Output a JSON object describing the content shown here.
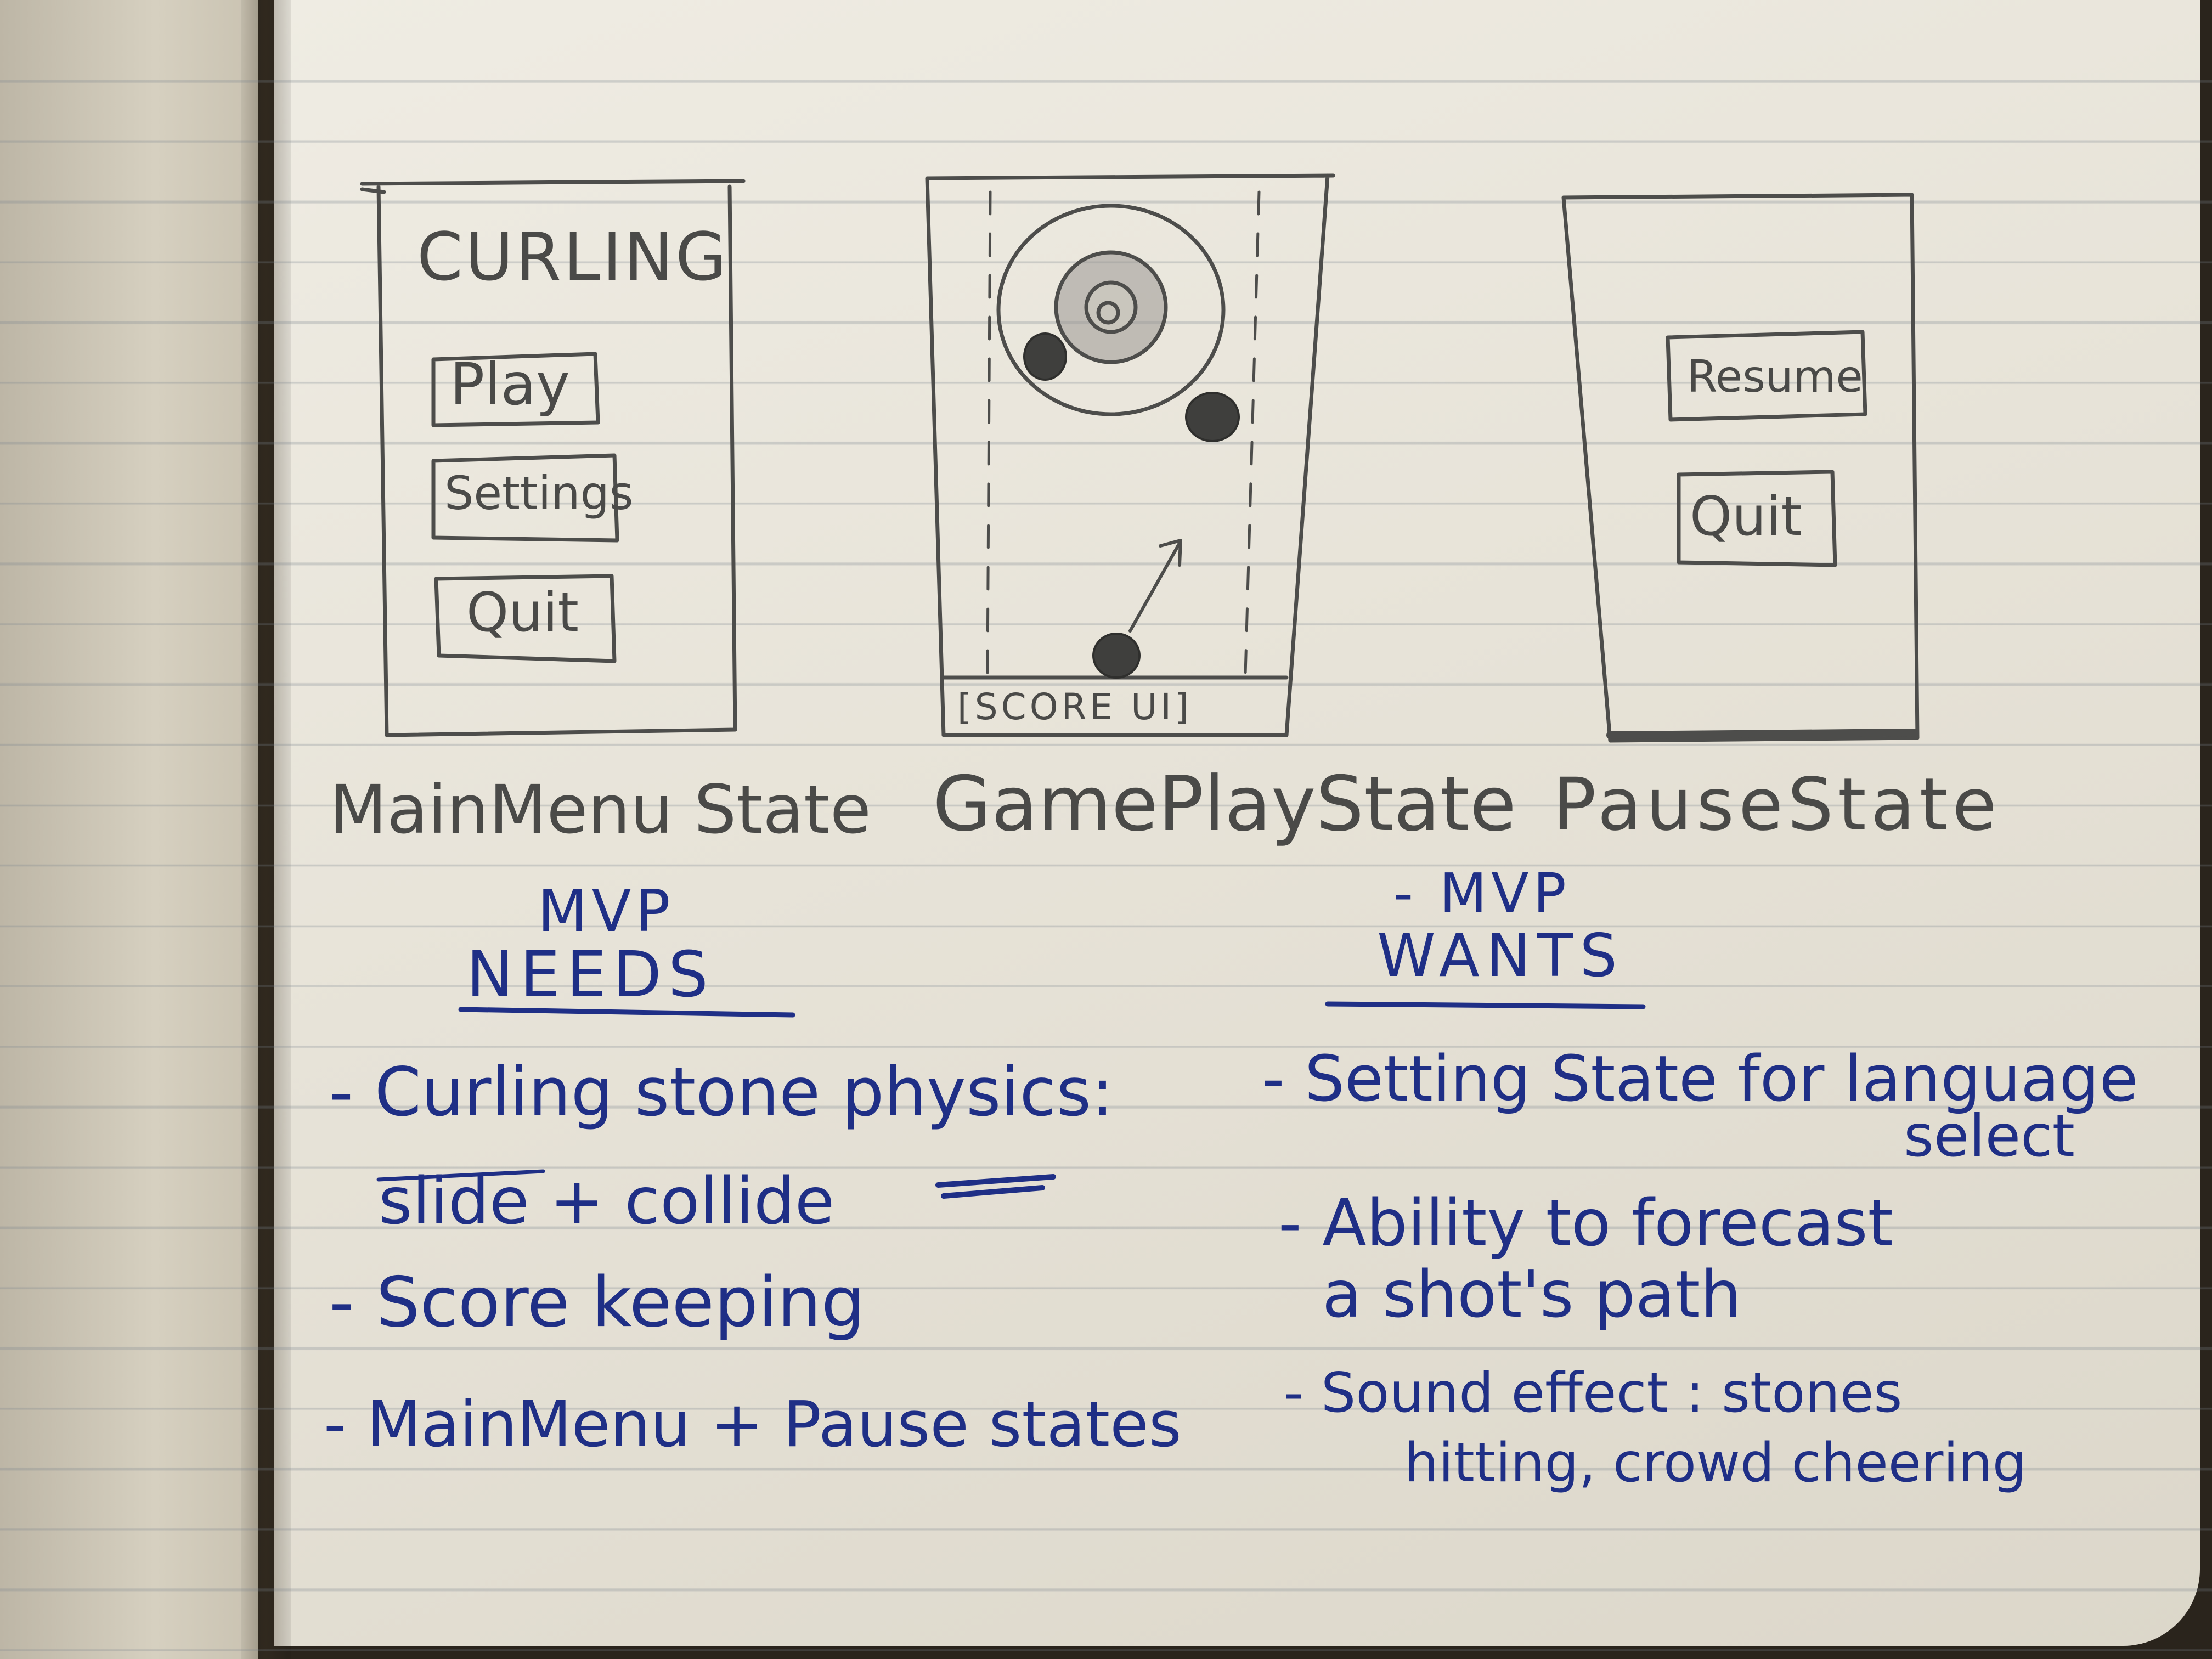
{
  "screens": {
    "main_menu": {
      "title": "CURLING",
      "buttons": [
        "Play",
        "Settings",
        "Quit"
      ],
      "caption": "MainMenu State"
    },
    "gameplay": {
      "score_bar": "[SCORE UI]",
      "caption": "GamePlayState"
    },
    "pause": {
      "buttons": [
        "Resume",
        "Quit"
      ],
      "caption": "PauseState"
    }
  },
  "needs": {
    "heading_line1": "MVP",
    "heading_line2": "NEEDS",
    "items": [
      "- Curling stone physics:",
      "slide + collide",
      "- Score keeping",
      "- MainMenu + Pause states"
    ]
  },
  "wants": {
    "heading_line1": "- MVP",
    "heading_line2": "WANTS",
    "items": [
      "- Setting State for language",
      "select",
      "- Ability to forecast",
      "a shot's path",
      "- Sound effect : stones",
      "hitting, crowd cheering"
    ]
  },
  "colors": {
    "pencil": "#4a4a48",
    "ink": "#1f2f86",
    "paper": "#e9e6dc"
  }
}
